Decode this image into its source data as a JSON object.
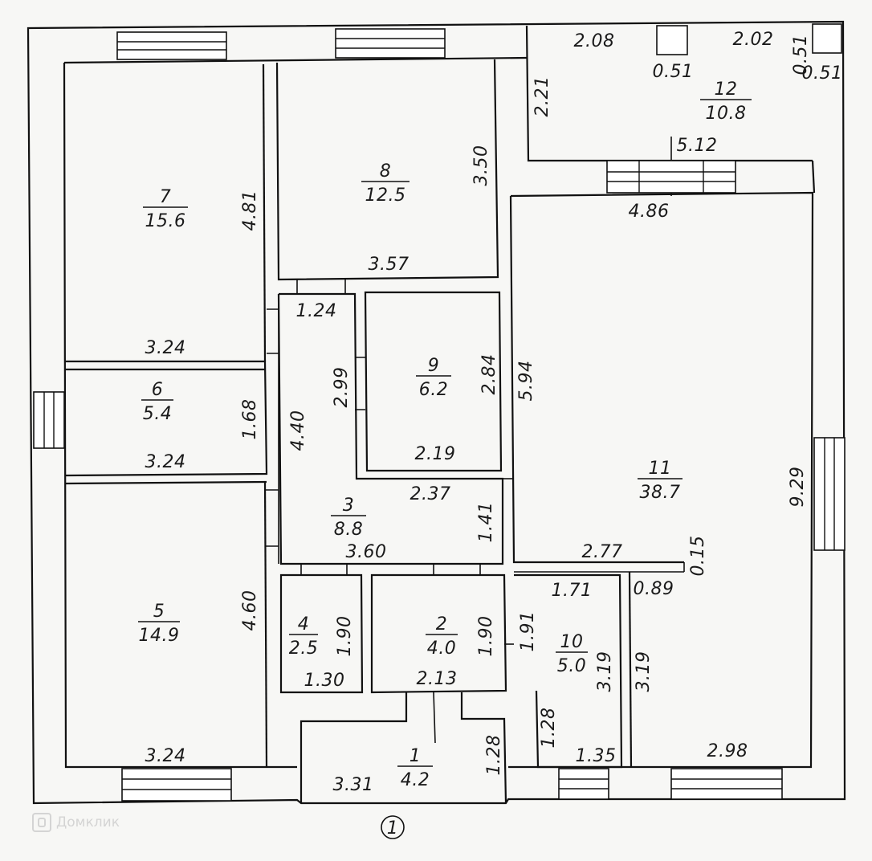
{
  "plan": {
    "sheet_number": "1",
    "watermark": "Домклик",
    "rooms": [
      {
        "id": "1",
        "number": "1",
        "area": "4.2"
      },
      {
        "id": "2",
        "number": "2",
        "area": "4.0"
      },
      {
        "id": "3",
        "number": "3",
        "area": "8.8"
      },
      {
        "id": "4",
        "number": "4",
        "area": "2.5"
      },
      {
        "id": "5",
        "number": "5",
        "area": "14.9"
      },
      {
        "id": "6",
        "number": "6",
        "area": "5.4"
      },
      {
        "id": "7",
        "number": "7",
        "area": "15.6"
      },
      {
        "id": "8",
        "number": "8",
        "area": "12.5"
      },
      {
        "id": "9",
        "number": "9",
        "area": "6.2"
      },
      {
        "id": "10",
        "number": "10",
        "area": "5.0"
      },
      {
        "id": "11",
        "number": "11",
        "area": "38.7"
      },
      {
        "id": "12",
        "number": "12",
        "area": "10.8"
      }
    ],
    "dimensions": [
      "2.08",
      "0.51",
      "2.02",
      "0.51",
      "0.51",
      "2.21",
      "5.12",
      "4.86",
      "4.81",
      "3.24",
      "3.50",
      "3.57",
      "1.24",
      "2.99",
      "2.84",
      "2.19",
      "5.94",
      "1.68",
      "3.24",
      "4.40",
      "2.37",
      "1.41",
      "3.60",
      "2.77",
      "0.15",
      "0.89",
      "1.71",
      "9.29",
      "4.60",
      "1.90",
      "1.30",
      "1.90",
      "2.13",
      "1.91",
      "3.19",
      "3.19",
      "1.28",
      "1.35",
      "3.24",
      "1.28",
      "3.31",
      "2.98"
    ]
  }
}
